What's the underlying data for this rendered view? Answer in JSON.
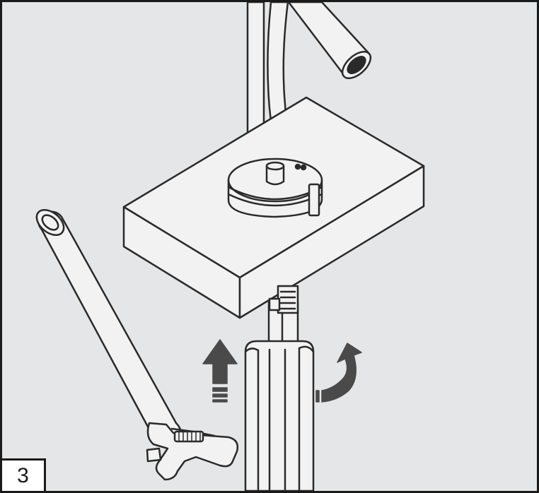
{
  "step": {
    "number": "3"
  },
  "colors": {
    "background": "#e5e6e7",
    "frame": "#1a1a1a",
    "part_fill": "#f2f2f2",
    "outline": "#2a2a2a"
  },
  "icons": {
    "arrow_up": "push-up-arrow",
    "arrow_rotate": "rotate-clockwise-arrow"
  }
}
